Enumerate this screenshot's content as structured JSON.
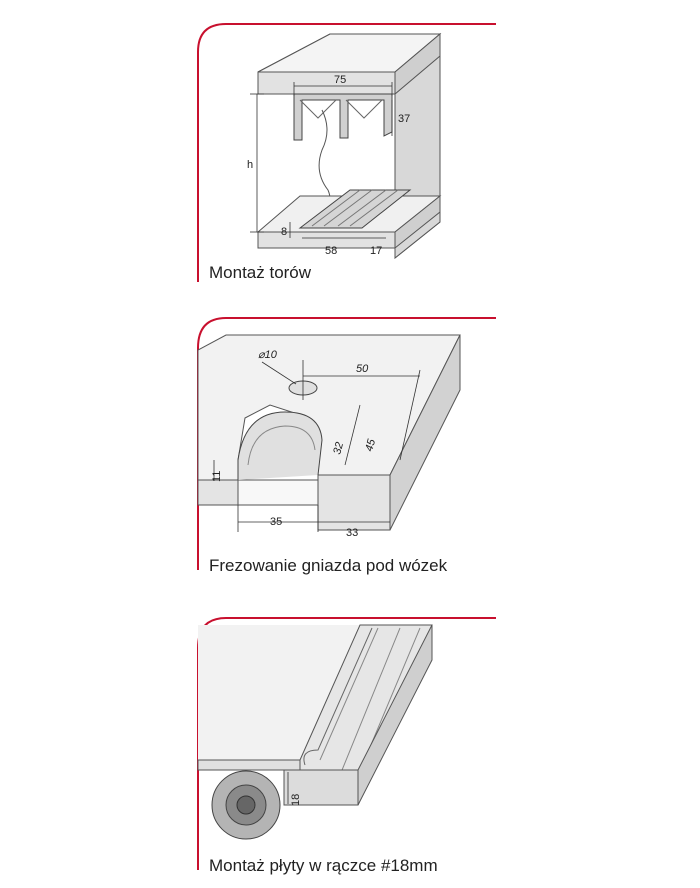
{
  "accent_color": "#c8102e",
  "panels": [
    {
      "caption": "Montaż torów",
      "dimensions": [
        "75",
        "37",
        "h",
        "8",
        "58",
        "17"
      ]
    },
    {
      "caption": "Frezowanie gniazda pod wózek",
      "dimensions": [
        "⌀10",
        "50",
        "45",
        "32",
        "11",
        "35",
        "33"
      ]
    },
    {
      "caption": "Montaż płyty w rączce #18mm",
      "dimensions": [
        "18"
      ]
    }
  ]
}
